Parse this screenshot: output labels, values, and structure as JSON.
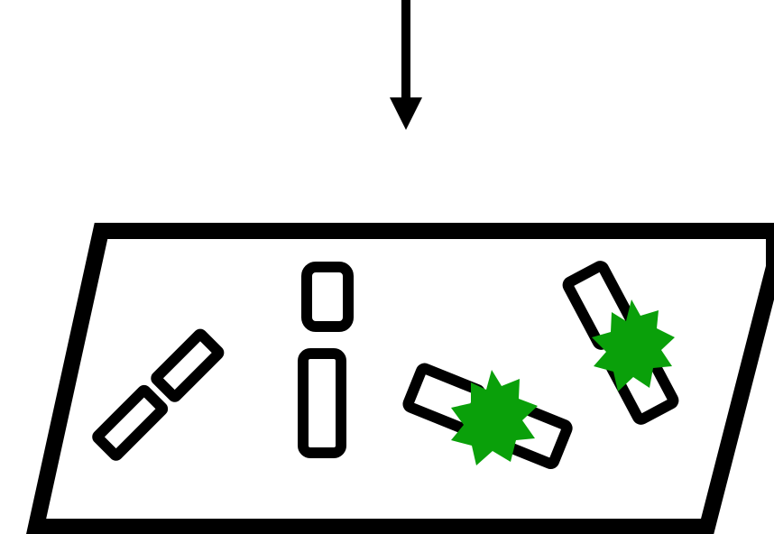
{
  "diagram": {
    "arrow": {
      "direction": "down",
      "icon": "down-arrow-icon"
    },
    "surface": {
      "shape": "parallelogram",
      "icon": "surface-parallelogram"
    },
    "objects": [
      {
        "id": "pair-1",
        "parts": 2,
        "marked": false
      },
      {
        "id": "pair-2",
        "parts": 2,
        "marked": false
      },
      {
        "id": "pair-3",
        "parts": 2,
        "marked": true
      },
      {
        "id": "pair-4",
        "parts": 2,
        "marked": true
      }
    ],
    "colors": {
      "stroke": "#000000",
      "marker": "#0aa00a",
      "background": "#ffffff"
    }
  }
}
